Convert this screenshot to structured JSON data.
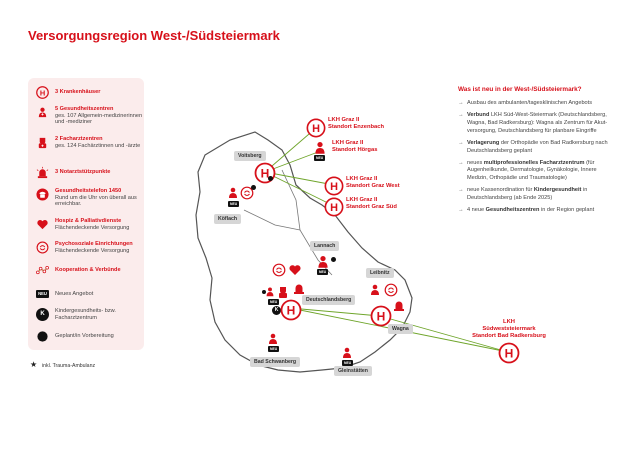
{
  "title": "Versorgungsregion West-/Südsteiermark",
  "legend": {
    "items": [
      {
        "icon": "hospital-icon",
        "head": "3 Krankenhäuser",
        "sub": ""
      },
      {
        "icon": "health-center-icon",
        "head": "5 Gesundheitszentren",
        "sub": "ges. 107 Allgemein-medizinerinnen und -mediziner"
      },
      {
        "icon": "specialist-center-icon",
        "head": "2 Facharztzentren",
        "sub": "ges. 124 Fachärztinnen und -ärzte"
      },
      {
        "icon": "emergency-light-icon",
        "head": "3 Notarztstützpunkte",
        "sub": ""
      },
      {
        "icon": "phone-icon",
        "head": "Gesundheitstelefon 1450",
        "sub": "Rund um die Uhr von überall aus erreichbar."
      },
      {
        "icon": "hospice-icon",
        "head": "Hospiz & Palliativdienste",
        "sub": "Flächendeckende Versorgung"
      },
      {
        "icon": "psychosocial-icon",
        "head": "Psychosoziale Einrichtungen",
        "sub": "Flächendeckende Versorgung"
      },
      {
        "icon": "network-icon",
        "head": "Kooperation & Verbünde",
        "sub": ""
      },
      {
        "icon": "neu-badge-icon",
        "head": "",
        "sub": "Neues Angebot",
        "badge": "NEU"
      },
      {
        "icon": "k-circle-icon",
        "head": "",
        "sub": "Kindergesundheits- bzw. Facharztzentrum",
        "badge": "K"
      },
      {
        "icon": "black-dot-icon",
        "head": "",
        "sub": "Geplant/in Vorbereitung"
      }
    ]
  },
  "footnote": "inkl. Trauma-Ambulanz",
  "info": {
    "title": "Was ist neu in der West-/Südsteiermark?",
    "items": [
      {
        "bold": "",
        "text": "Ausbau des ambulanten/tagesklinischen Angebots"
      },
      {
        "bold": "Verbund",
        "text": " LKH Süd-West-Steiermark (Deutschlandsberg, Wagna, Bad Radkersburg): Wagna als Zentrum für Akut-versorgung, Deutschlandsberg für planbare Eingriffe"
      },
      {
        "bold": "Verlagerung",
        "text": " der Orthopädie von Bad Radkersburg nach Deutschlandsberg geplant"
      },
      {
        "bold": "multiprofessionelles Facharztzentrum",
        "pre": "neues ",
        "text": " (für Augenheilkunde, Dermatologie, Gynäkologie, Innere Medizin, Orthopädie und Traumatologie)"
      },
      {
        "bold": "Kindergesundheit",
        "pre": "neue Kassenordination für ",
        "text": " in Deutschlandsberg (ab Ende 2025)"
      },
      {
        "bold": "Gesundheitszentren",
        "pre": "4 neue ",
        "text": " in der Region geplant"
      }
    ]
  },
  "regions": [
    "Voitsberg",
    "Köflach",
    "Lannach",
    "Leibnitz",
    "Deutschlandsberg",
    "Wagna",
    "Bad Schwanberg",
    "Gleinstätten"
  ],
  "hospitals": {
    "enzenbach": [
      "LKH Graz II",
      "Standort Enzenbach"
    ],
    "hoergas": [
      "LKH Graz II",
      "Standort Hörgas"
    ],
    "west": [
      "LKH Graz II",
      "Standort Graz West"
    ],
    "sued": [
      "LKH Graz II",
      "Standort Graz Süd"
    ],
    "radkersburg": [
      "LKH",
      "Südweststeiermark",
      "Standort Bad Radkersburg"
    ]
  },
  "badge_neu": "NEU",
  "colors": {
    "accent": "#d7101a",
    "link": "#6fa52b",
    "map_border": "#555555",
    "label_bg": "#d6d6d6"
  }
}
